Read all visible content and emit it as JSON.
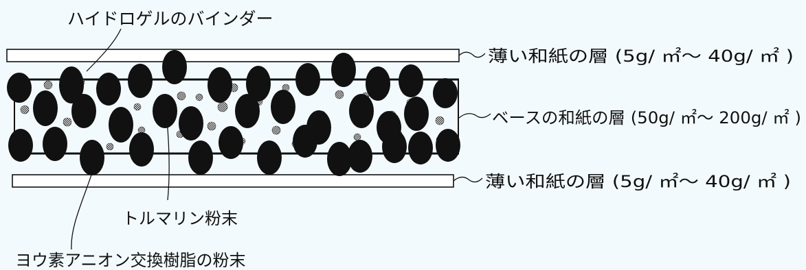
{
  "labels": {
    "binder": "ハイドロゲルのバインダー",
    "top_layer": "薄い和紙の層 (5g/ ㎡〜 40g/ ㎡ )",
    "base_layer": "ベースの和紙の層 (50g/ ㎡〜 200g/ ㎡ )",
    "bottom_layer": "薄い和紙の層 (5g/ ㎡〜 40g/ ㎡ )",
    "tourmaline": "トルマリン粉末",
    "iodine_resin": "ヨウ素アニオン交換樹脂の粉末"
  },
  "colors": {
    "background": "#f3fafd",
    "ink": "#111111",
    "layer_fill": "#ffffff"
  }
}
